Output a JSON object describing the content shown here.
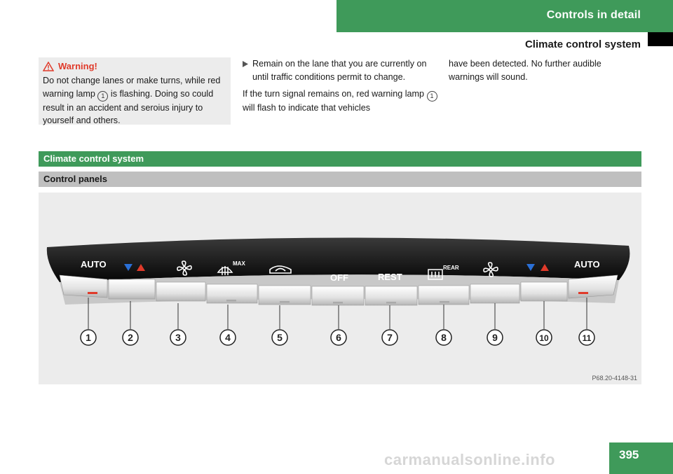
{
  "header": {
    "section": "Controls in detail",
    "subsection": "Climate control system"
  },
  "warning": {
    "title": "Warning!",
    "text_before": "Do not change lanes or make turns, while red warning lamp",
    "lamp_ref": "1",
    "text_after": "is flashing. Doing so could result in an accident and seroius injury to yourself and others."
  },
  "column2": {
    "bullet": "Remain on the lane that you are currently on until traffic conditions permit to change.",
    "para_before": "If the turn signal remains on, red warning lamp",
    "lamp_ref": "1",
    "para_after": "will flash to indicate that vehicles"
  },
  "column3": {
    "text": "have been detected. No further audible warnings will sound."
  },
  "section_bar": "Climate control system",
  "subsection_bar": "Control panels",
  "panel": {
    "button_labels": [
      "AUTO",
      "OFF",
      "REST",
      "AUTO"
    ],
    "max_label": "MAX",
    "rear_label": "REAR",
    "callouts": [
      "1",
      "2",
      "3",
      "4",
      "5",
      "6",
      "7",
      "8",
      "9",
      "10",
      "11"
    ],
    "photo_code": "P68.20-4148-31"
  },
  "page_number": "395",
  "watermark": "carmanualsonline.info",
  "colors": {
    "brand_green": "#3f9a5a",
    "warning_red": "#e03a2a",
    "blue_arrow": "#2a6fd6"
  }
}
